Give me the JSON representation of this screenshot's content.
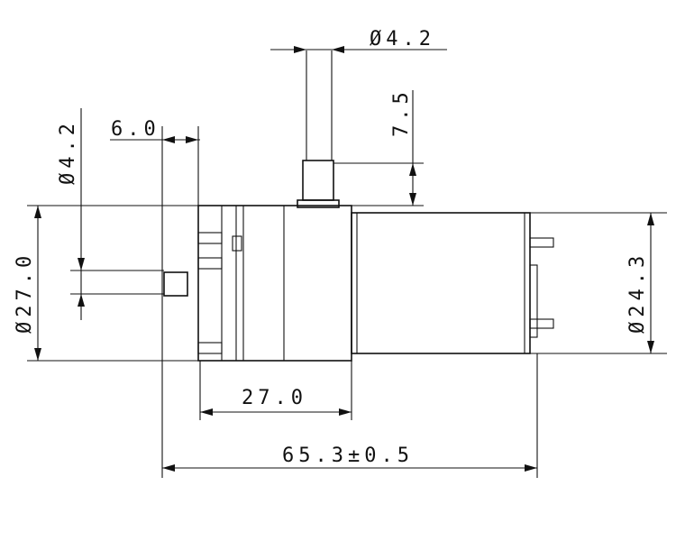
{
  "dimensions": {
    "shaft_top_diameter": "Ø4.2",
    "shaft_top_length": "7.5",
    "shaft_left_diameter": "Ø4.2",
    "shaft_left_length": "6.0",
    "pump_head_diameter": "Ø27.0",
    "motor_diameter": "Ø24.3",
    "pump_head_length": "27.0",
    "overall_length": "65.3±0.5"
  }
}
